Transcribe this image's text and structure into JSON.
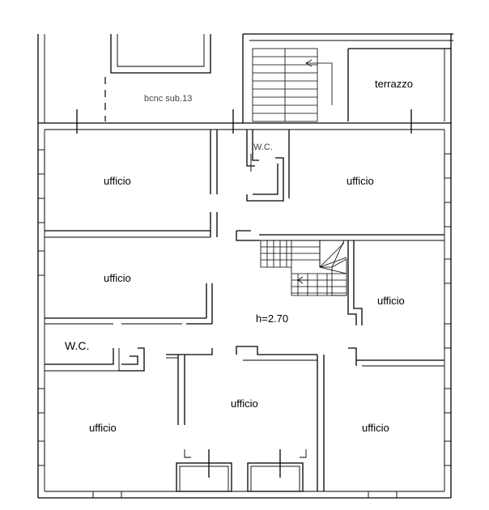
{
  "labels": {
    "bcnc": "bcnc sub.13",
    "terrazzo": "terrazzo",
    "wc_top": "W.C.",
    "ufficio_top_left": "ufficio",
    "ufficio_top_right": "ufficio",
    "ufficio_mid_left": "ufficio",
    "ufficio_right": "ufficio",
    "height": "h=2.70",
    "wc_left": "W.C.",
    "ufficio_bottom_center": "ufficio",
    "ufficio_bottom_left": "ufficio",
    "ufficio_bottom_right": "ufficio"
  }
}
